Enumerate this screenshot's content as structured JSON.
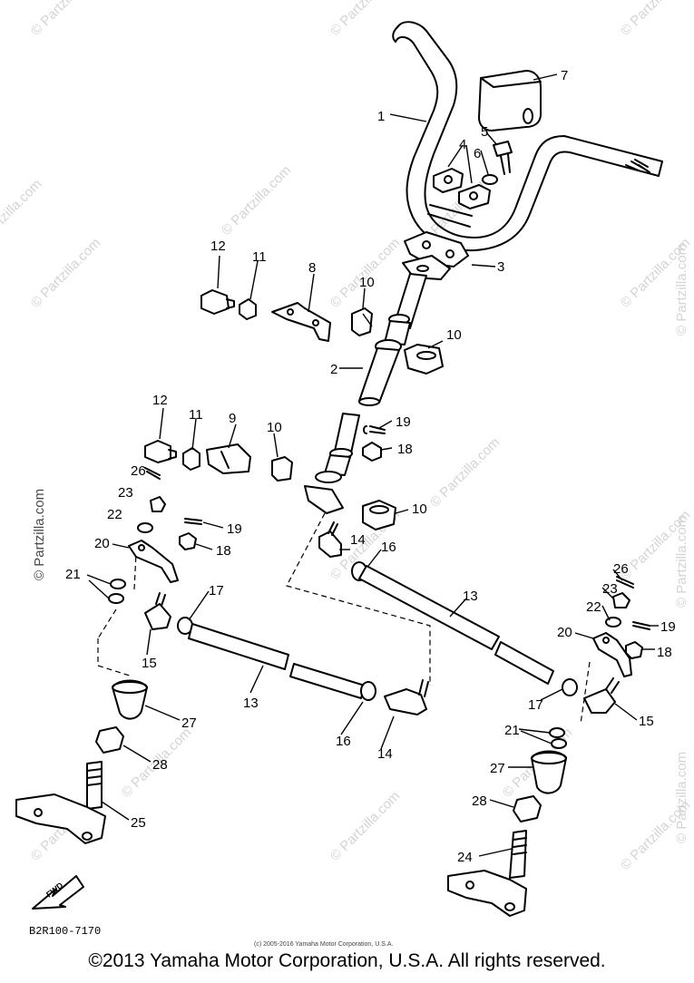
{
  "diagram": {
    "callouts": [
      "1",
      "2",
      "3",
      "4",
      "5",
      "6",
      "7",
      "8",
      "9",
      "10",
      "11",
      "12",
      "13",
      "14",
      "15",
      "16",
      "17",
      "18",
      "19",
      "20",
      "21",
      "22",
      "23",
      "24",
      "25",
      "26",
      "27",
      "28"
    ],
    "callouts_left": [
      "12",
      "11",
      "9",
      "10",
      "19",
      "18",
      "26",
      "23",
      "22",
      "20",
      "21",
      "17",
      "15",
      "13",
      "16",
      "14",
      "27",
      "28",
      "25"
    ],
    "callouts_right": [
      "26",
      "23",
      "22",
      "19",
      "20",
      "18",
      "13",
      "17",
      "15",
      "21",
      "27",
      "28",
      "24"
    ],
    "figure_code": "B2R100-7170",
    "fwd_label": "FWD"
  },
  "watermark": {
    "text": "© Partzilla.com"
  },
  "small_copyright": "(c) 2005-2016 Yamaha Motor Corporation, U.S.A.",
  "copyright": "©2013 Yamaha Motor Corporation, U.S.A. All rights reserved."
}
